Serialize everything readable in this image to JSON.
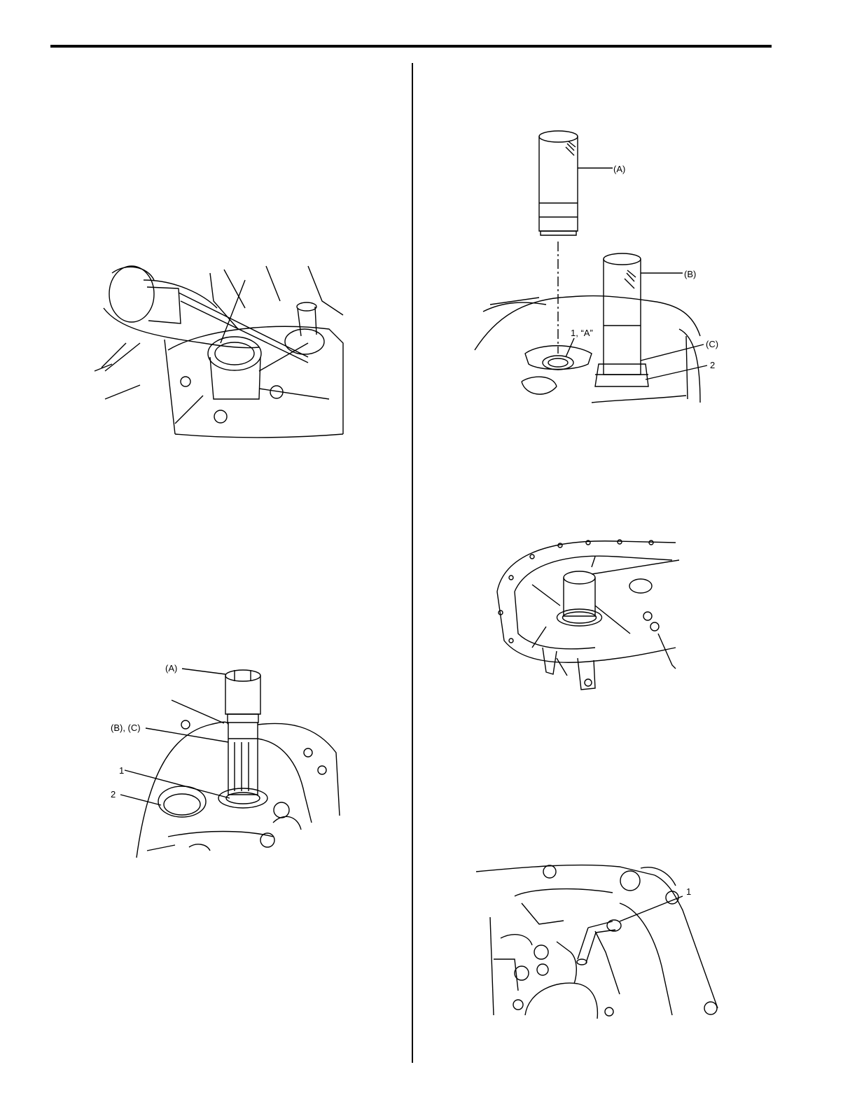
{
  "figure_2": {
    "label_a": "(A)",
    "label_b": "(B)",
    "label_1a": "1, “A”",
    "label_c": "(C)",
    "label_2": "2"
  },
  "figure_3": {
    "label_a": "(A)",
    "label_bc": "(B), (C)",
    "label_1": "1",
    "label_2": "2"
  },
  "figure_5": {
    "label_1": "1"
  }
}
